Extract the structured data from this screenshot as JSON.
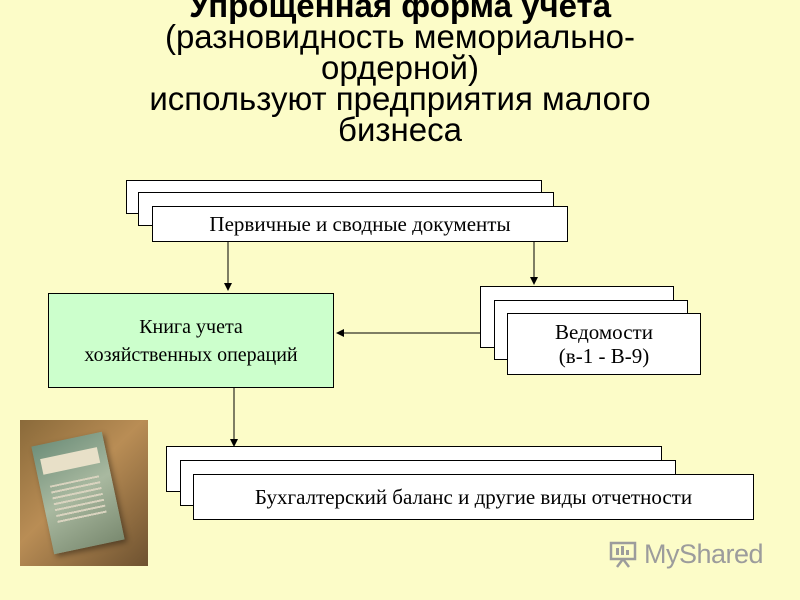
{
  "title": {
    "line1": "Упрощенная форма учета",
    "line2": "(разновидность мемориально-",
    "line3": "ордерной)",
    "line4": "используют предприятия малого",
    "line5": "бизнеса"
  },
  "diagram": {
    "documents": "Первичные и сводные документы",
    "book": {
      "line1": "Книга учета",
      "line2": "хозяйственных операций"
    },
    "statements": {
      "line1": "Ведомости",
      "line2": "(в-1 - В-9)"
    },
    "reports": "Бухгалтерский баланс и другие виды отчетности"
  },
  "watermark": {
    "text": "MyShared"
  },
  "colors": {
    "background": "#fcfcc8",
    "book_fill": "#ccffcc",
    "box_fill": "#ffffff",
    "watermark": "#9c9c9c"
  }
}
